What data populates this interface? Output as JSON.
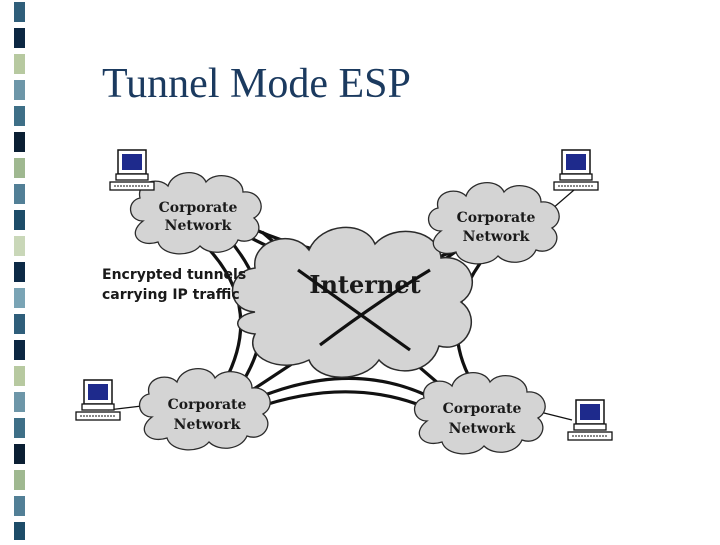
{
  "slide": {
    "title": "Tunnel Mode ESP"
  },
  "sidebar": {
    "colors": [
      "#2f5e7a",
      "#0c2742",
      "#b7c9a0",
      "#6d96a8",
      "#3e6f87",
      "#0b1f33",
      "#9fb890",
      "#527f96",
      "#1d4c68",
      "#c9d7b8",
      "#0d2a46",
      "#7aa4b5"
    ]
  },
  "diagram": {
    "internet_label": "Internet",
    "callout_line1": "Encrypted tunnels",
    "callout_line2": "carrying IP traffic",
    "networks": {
      "top_left": {
        "line1": "Corporate",
        "line2": "Network"
      },
      "top_right": {
        "line1": "Corporate",
        "line2": "Network"
      },
      "bottom_left": {
        "line1": "Corporate",
        "line2": "Network"
      },
      "bottom_right": {
        "line1": "Corporate",
        "line2": "Network"
      }
    },
    "colors": {
      "cloud_fill": "#d4d4d4",
      "cloud_stroke": "#2b2b2b",
      "tunnel_stroke": "#111111",
      "monitor_screen": "#1e2a8c"
    }
  }
}
